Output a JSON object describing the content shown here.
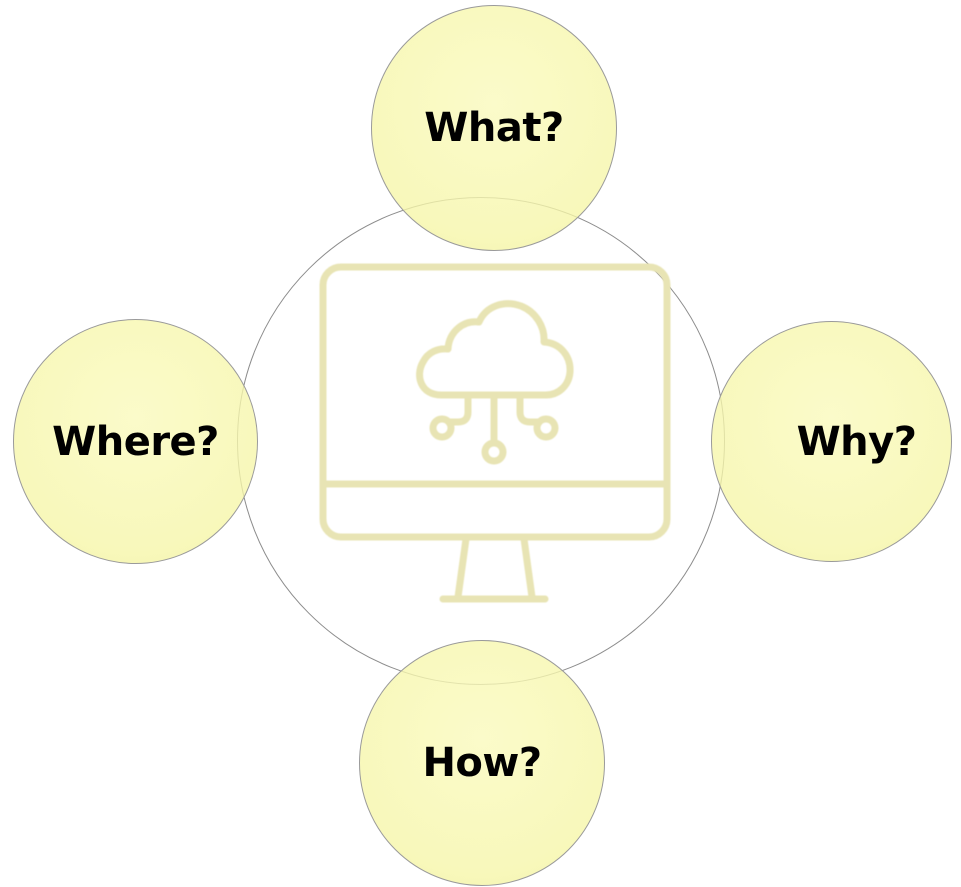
{
  "diagram": {
    "center_icon": "monitor-cloud-network-icon",
    "bubbles": {
      "top": {
        "label": "What?"
      },
      "left": {
        "label": "Where?"
      },
      "right": {
        "label": "Why?"
      },
      "bottom": {
        "label": "How?"
      }
    },
    "colors": {
      "bubble_fill": "#F6F6A8",
      "bubble_border": "#9A9A9A",
      "ring_border": "#8C8C8C",
      "icon_stroke": "#E8E4B4",
      "label_text": "#000000"
    }
  }
}
